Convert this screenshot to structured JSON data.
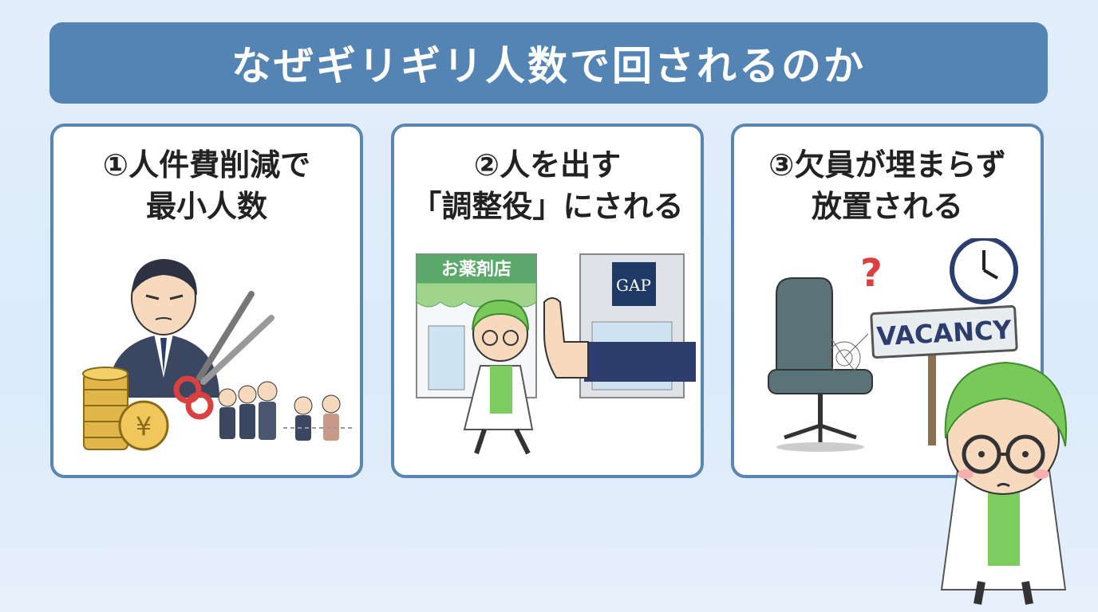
{
  "banner": {
    "title": "なぜギリギリ人数で回されるのか"
  },
  "cards": [
    {
      "title_line1": "①人件費削減で",
      "title_line2": "最小人数"
    },
    {
      "title_line1": "②人を出す",
      "title_line2": "「調整役」にされる",
      "store_sign": "お薬剤店",
      "brand_sign": "GAP"
    },
    {
      "title_line1": "③欠員が埋まらず",
      "title_line2": "放置される",
      "vacancy_sign": "VACANCY"
    }
  ],
  "colors": {
    "banner": "#5484b3",
    "card_border": "#5a86b4",
    "hair_green": "#78c95a",
    "coin_gold": "#e0b64a"
  }
}
